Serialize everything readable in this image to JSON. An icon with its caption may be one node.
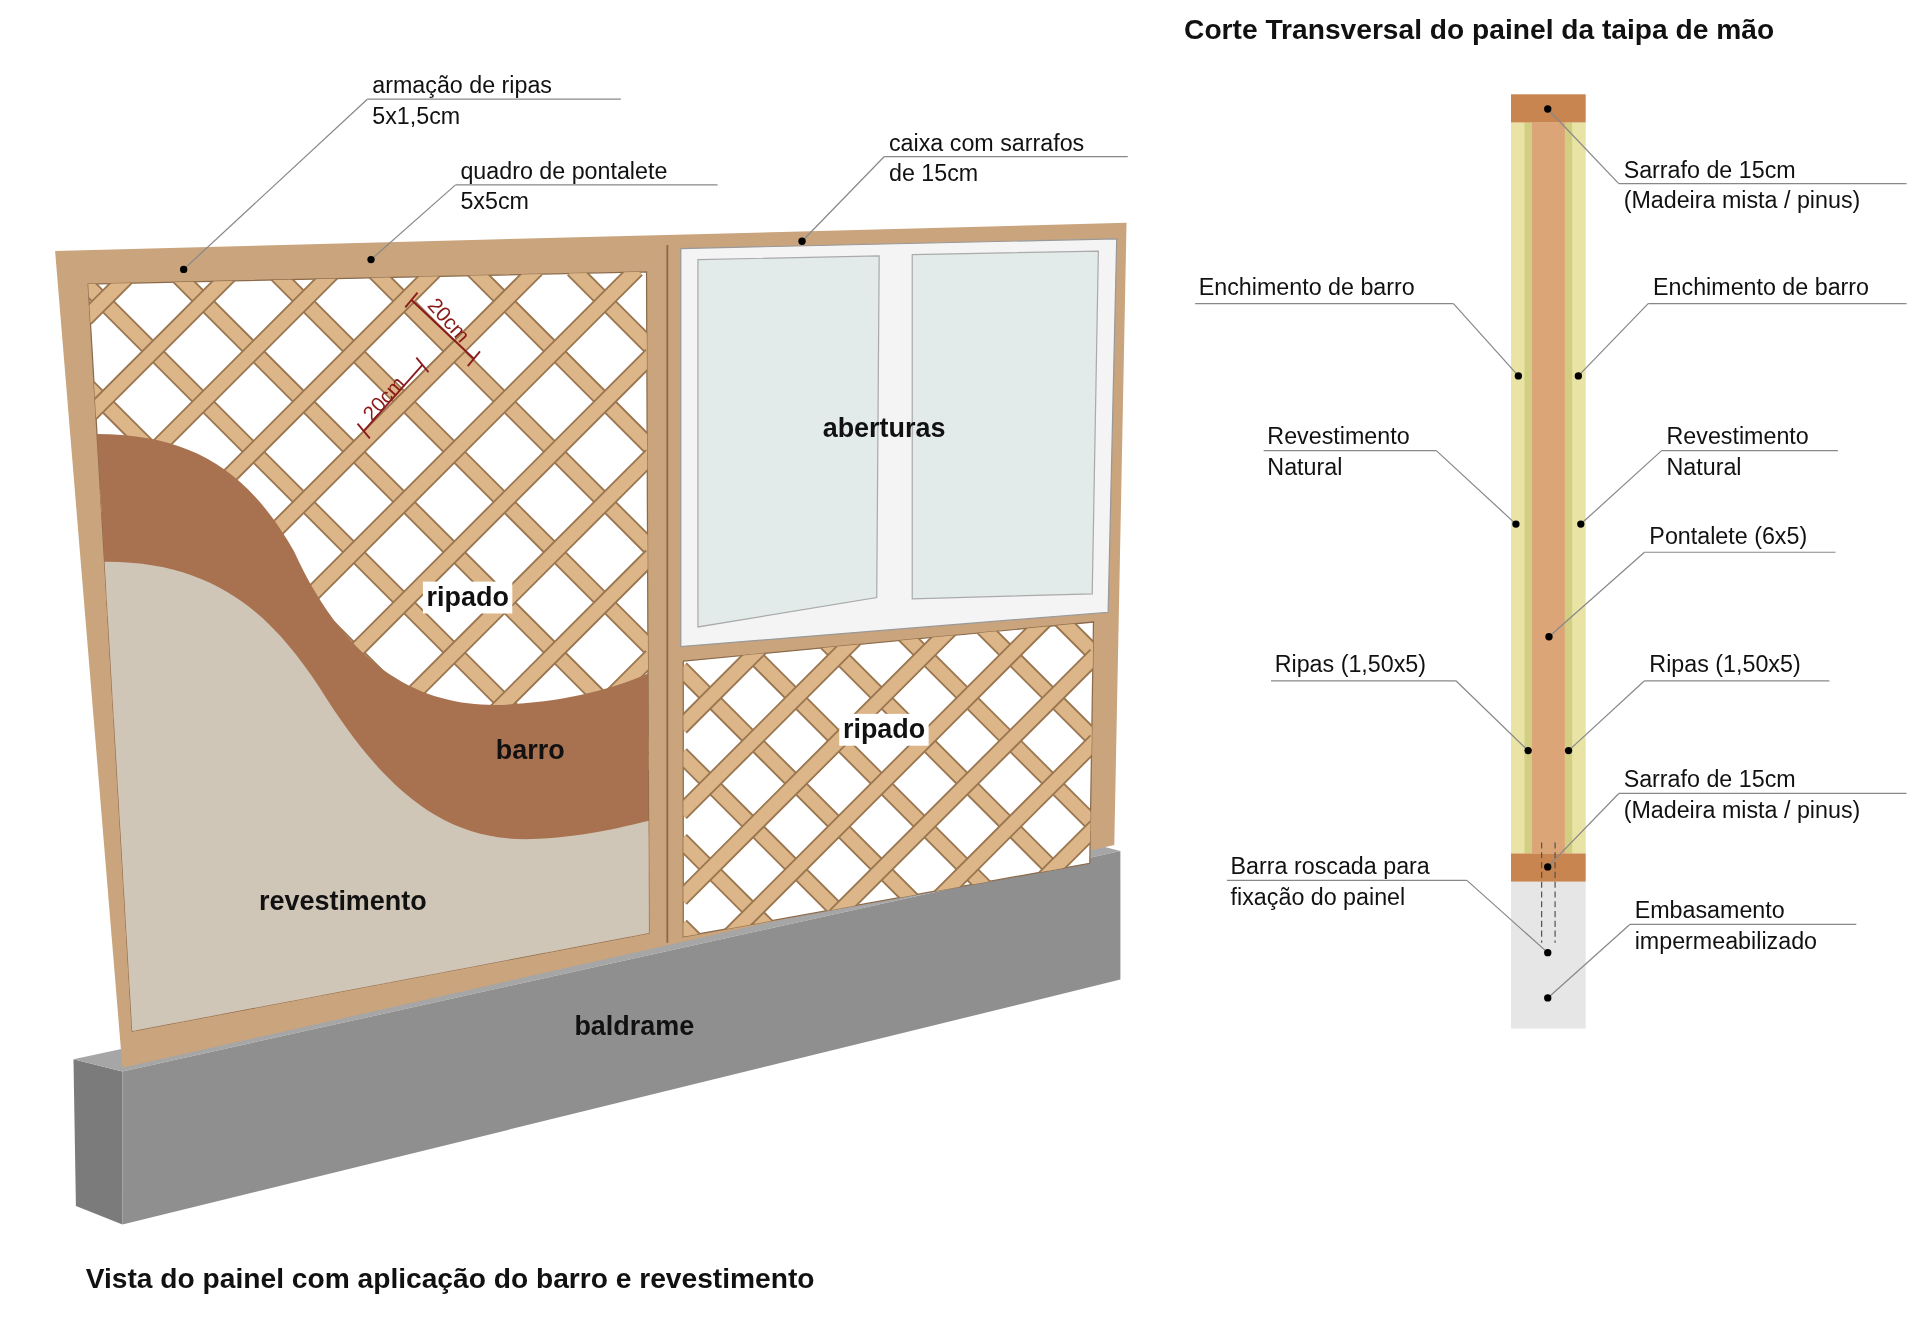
{
  "diagram": {
    "title": "Corte Transversal do painel da taipa de mão",
    "caption": "Vista do painel com aplicação do barro e revestimento",
    "nodes": [
      {
        "text": [
          "armação de ripas 5x1,5cm"
        ]
      },
      {
        "text": [
          "quadro de pontalete 5x5cm"
        ]
      },
      {
        "text": [
          "caixa com sarrafos de 15cm"
        ]
      },
      {
        "text": [
          "Sarrafo de 15cm (Madeira mista / pinus)"
        ]
      },
      {
        "text": [
          "Enchimento de barro"
        ]
      },
      {
        "text": [
          "Enchimento de barro"
        ]
      },
      {
        "text": [
          "Revestimento Natural"
        ]
      },
      {
        "text": [
          "Revestimento Natural"
        ]
      },
      {
        "text": [
          "Pontalete (6x5)"
        ]
      },
      {
        "text": [
          "Ripas (1,50x5)"
        ]
      },
      {
        "text": [
          "Ripas (1,50x5)"
        ]
      },
      {
        "text": [
          "Sarrafo de 15cm (Madeira mista / pinus)"
        ]
      },
      {
        "text": [
          "Barra roscada para fixação do painel"
        ]
      },
      {
        "text": [
          "Embasamento impermeabilizado"
        ]
      },
      {
        "text": [],
        "shape": "picture"
      },
      {
        "text": [],
        "shape": "picture"
      }
    ],
    "edges": [
      {
        "from": 0,
        "to": 14,
        "arrow": "other"
      },
      {
        "from": 1,
        "to": 14,
        "arrow": "other"
      },
      {
        "from": 2,
        "to": 14,
        "arrow": "other"
      },
      {
        "from": 3,
        "to": 15,
        "arrow": "other"
      },
      {
        "from": 4,
        "to": 15,
        "arrow": "other"
      },
      {
        "from": 5,
        "to": 15,
        "arrow": "other"
      },
      {
        "from": 6,
        "to": 15,
        "arrow": "other"
      },
      {
        "from": 7,
        "to": 15,
        "arrow": "other"
      },
      {
        "from": 8,
        "to": 15,
        "arrow": "other"
      },
      {
        "from": 9,
        "to": 15,
        "arrow": "other"
      },
      {
        "from": 10,
        "to": 15,
        "arrow": "other"
      },
      {
        "from": 11,
        "to": 15,
        "arrow": "other"
      },
      {
        "from": 12,
        "to": 15,
        "arrow": "other"
      },
      {
        "from": 13,
        "to": 15,
        "arrow": "other"
      }
    ],
    "labels": [
      "20cm",
      "20cm",
      "aberturas",
      "ripado",
      "ripado",
      "barro",
      "revestimento",
      "baldrame"
    ]
  }
}
